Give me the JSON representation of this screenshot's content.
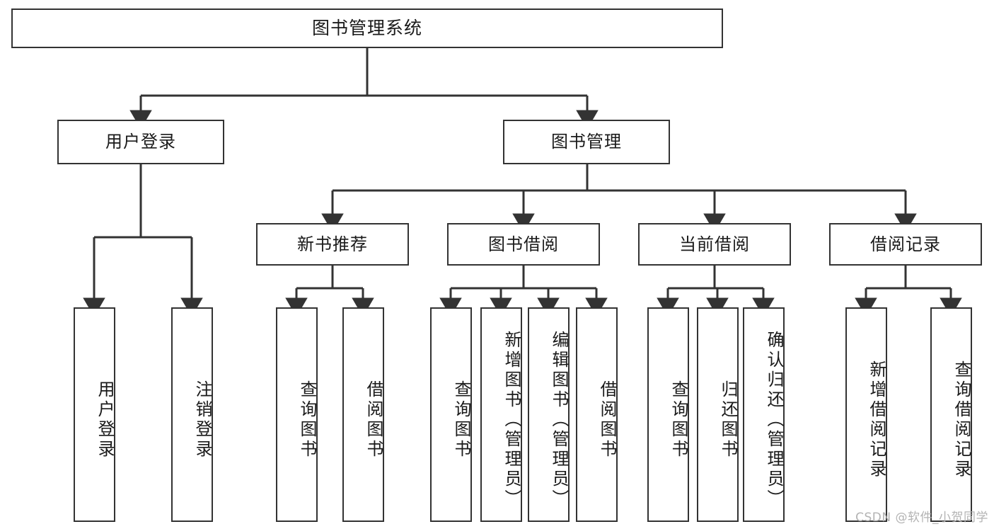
{
  "diagram": {
    "title": "图书管理系统",
    "type": "tree-hierarchy-diagram",
    "colors": {
      "border": "#333333",
      "background": "#ffffff",
      "text": "#1a1a1a",
      "watermark": "#b3b3b3"
    },
    "levels": {
      "root": {
        "label": "图书管理系统"
      },
      "level2": [
        {
          "id": "user-login",
          "label": "用户登录"
        },
        {
          "id": "book-management",
          "label": "图书管理"
        }
      ],
      "level3": [
        {
          "id": "new-book-recommend",
          "label": "新书推荐"
        },
        {
          "id": "book-borrow",
          "label": "图书借阅"
        },
        {
          "id": "current-borrow",
          "label": "当前借阅"
        },
        {
          "id": "borrow-record",
          "label": "借阅记录"
        }
      ],
      "leaves": [
        {
          "id": "leaf-user-login",
          "label": "用户登录",
          "parent": "user-login"
        },
        {
          "id": "leaf-logout-login",
          "label": "注销登录",
          "parent": "user-login"
        },
        {
          "id": "leaf-query-book-1",
          "label": "查询图书",
          "parent": "new-book-recommend"
        },
        {
          "id": "leaf-borrow-book-1",
          "label": "借阅图书",
          "parent": "new-book-recommend"
        },
        {
          "id": "leaf-query-book-2",
          "label": "查询图书",
          "parent": "book-borrow"
        },
        {
          "id": "leaf-add-book",
          "label": "新增图书（管理员）",
          "parent": "book-borrow"
        },
        {
          "id": "leaf-edit-book",
          "label": "编辑图书（管理员）",
          "parent": "book-borrow"
        },
        {
          "id": "leaf-borrow-book-2",
          "label": "借阅图书",
          "parent": "book-borrow"
        },
        {
          "id": "leaf-query-book-3",
          "label": "查询图书",
          "parent": "current-borrow"
        },
        {
          "id": "leaf-return-book",
          "label": "归还图书",
          "parent": "current-borrow"
        },
        {
          "id": "leaf-confirm-return",
          "label": "确认归还（管理员）",
          "parent": "current-borrow"
        },
        {
          "id": "leaf-add-record",
          "label": "新增借阅记录",
          "parent": "borrow-record"
        },
        {
          "id": "leaf-query-record",
          "label": "查询借阅记录",
          "parent": "borrow-record"
        }
      ]
    },
    "watermark": "CSDN @软件_小贺同学"
  }
}
